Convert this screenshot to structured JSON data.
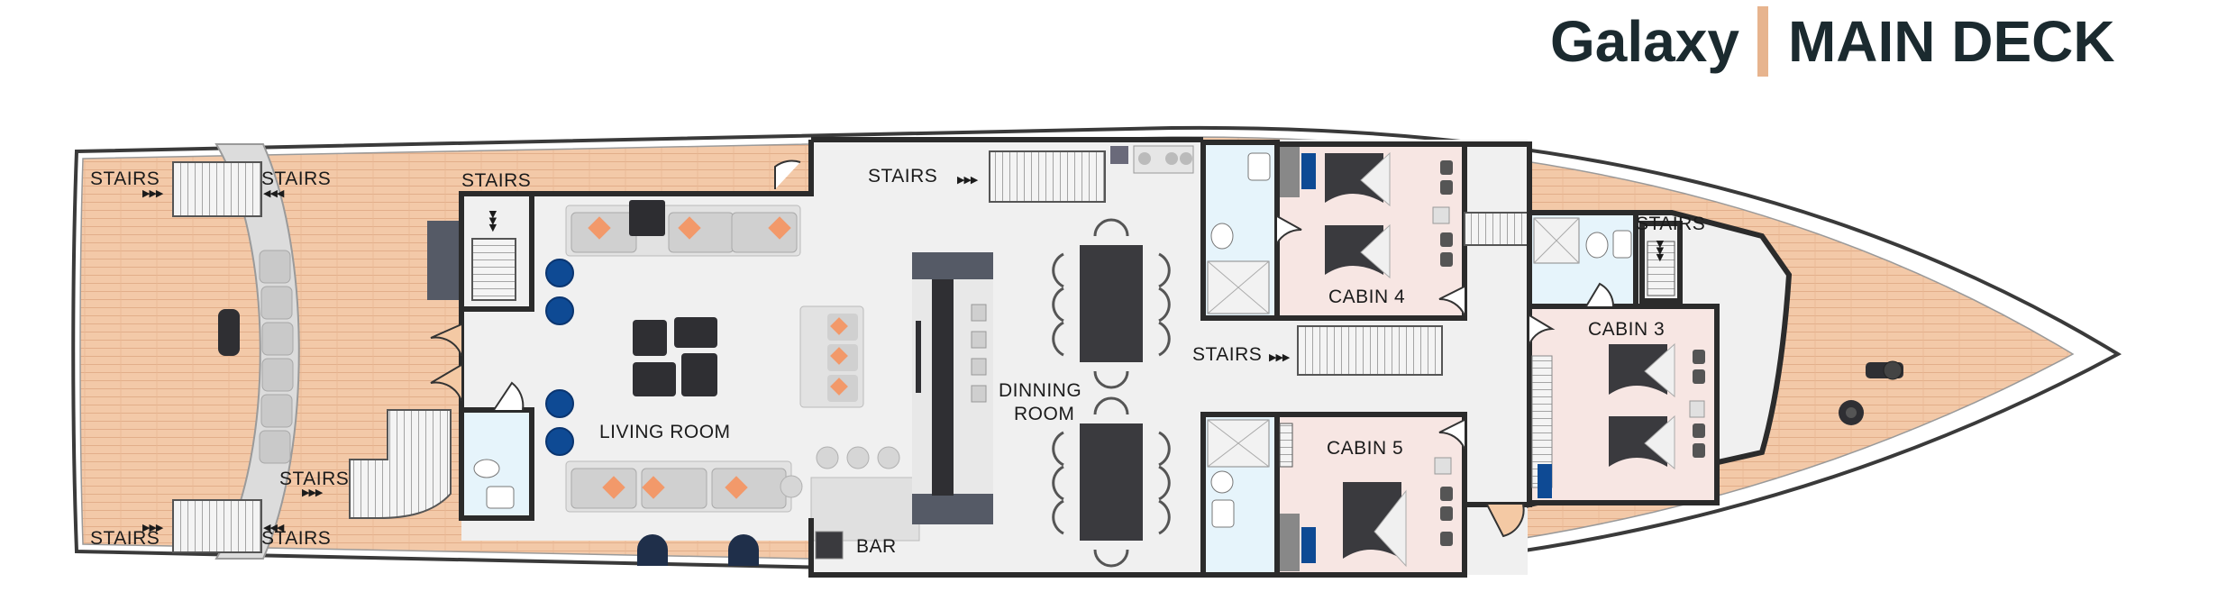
{
  "header": {
    "ship_name": "Galaxy",
    "deck_name": "MAIN DECK"
  },
  "colors": {
    "deck_wood": "#f3c9a8",
    "interior": "#f0f0f0",
    "cabin": "#f7e6e3",
    "bathroom": "#e6f4fb",
    "walls": "#2b2b2b",
    "hull_outline": "#3a3a3a",
    "title_accent": "#e7b48e",
    "furniture_dark": "#3a3a3e",
    "seat_blue": "#0e4a94",
    "cushion_orange": "#f2996a"
  },
  "labels": {
    "stairs_aft_top_left": "STAIRS",
    "stairs_aft_top_right": "STAIRS",
    "stairs_aft_bottom_left": "STAIRS",
    "stairs_aft_bottom_right": "STAIRS",
    "stairs_aft_mid": "STAIRS",
    "stairs_living_room": "STAIRS",
    "stairs_dining_top": "STAIRS",
    "stairs_cabin_corridor": "STAIRS",
    "stairs_bow": "STAIRS",
    "living_room": "LIVING ROOM",
    "dining_line1": "DINNING",
    "dining_line2": "ROOM",
    "bar": "BAR",
    "cabin_3": "CABIN 3",
    "cabin_4": "CABIN 4",
    "cabin_5": "CABIN 5"
  },
  "icons": [
    "stairs-arrow-icon",
    "toilet-icon",
    "shower-icon",
    "sink-icon",
    "bed-icon",
    "anchor-winch-icon"
  ]
}
